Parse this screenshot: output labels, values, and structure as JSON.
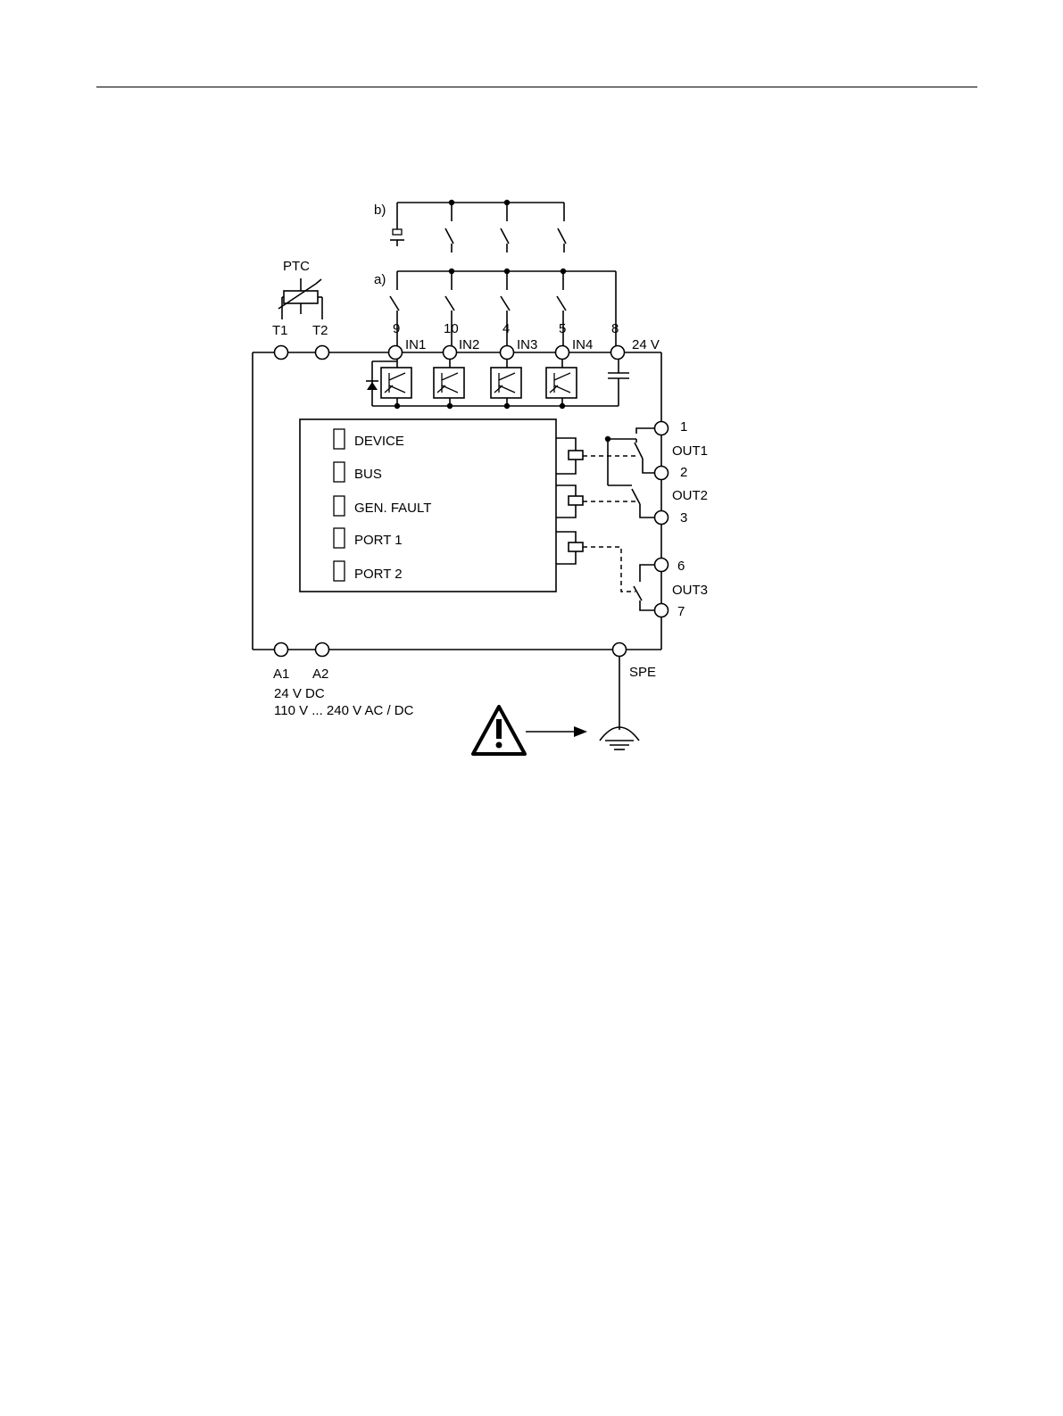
{
  "labels": {
    "ptc": "PTC",
    "t1": "T1",
    "t2": "T2",
    "variant_a": "a)",
    "variant_b": "b)",
    "in1": "IN1",
    "in2": "IN2",
    "in3": "IN3",
    "in4": "IN4",
    "v24": "24 V",
    "term_9": "9",
    "term_10": "10",
    "term_4": "4",
    "term_5": "5",
    "term_8": "8",
    "term_1": "1",
    "term_2": "2",
    "term_3": "3",
    "term_6": "6",
    "term_7": "7",
    "out1": "OUT1",
    "out2": "OUT2",
    "out3": "OUT3",
    "a1": "A1",
    "a2": "A2",
    "spe": "SPE",
    "supply_line1": "24 V DC",
    "supply_line2": "110 V ... 240 V AC / DC"
  },
  "leds": [
    "DEVICE",
    "BUS",
    "GEN. FAULT",
    "PORT 1",
    "PORT 2"
  ],
  "icons": {
    "warning": "warning-triangle-icon",
    "ground": "earth-ground-icon"
  }
}
